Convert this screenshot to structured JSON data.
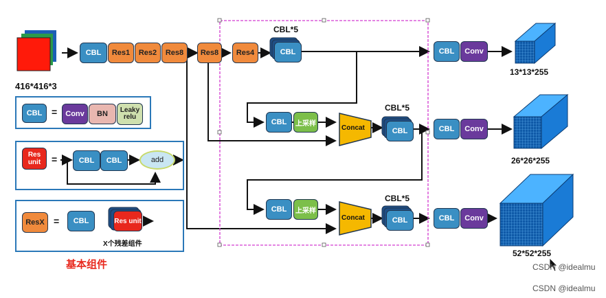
{
  "input_label": "416*416*3",
  "backbone": {
    "cbl": "CBL",
    "res1": "Res1",
    "res2": "Res2",
    "res8a": "Res8",
    "res8b": "Res8",
    "res4": "Res4"
  },
  "branches": {
    "b1_title": "CBL*5",
    "b1_cbl": "CBL",
    "b2_title": "CBL*5",
    "b2_cbl": "CBL",
    "b2_up_cbl": "CBL",
    "b2_up": "上采样",
    "b2_concat": "Concat",
    "b3_title": "CBL*5",
    "b3_cbl": "CBL",
    "b3_up_cbl": "CBL",
    "b3_up": "上采样",
    "b3_concat": "Concat"
  },
  "heads": {
    "h1_cbl": "CBL",
    "h1_conv": "Conv",
    "h1_out": "13*13*255",
    "h2_cbl": "CBL",
    "h2_conv": "Conv",
    "h2_out": "26*26*255",
    "h3_cbl": "CBL",
    "h3_conv": "Conv",
    "h3_out": "52*52*255"
  },
  "legend": {
    "cbl": "CBL",
    "eq1": "=",
    "conv": "Conv",
    "bn": "BN",
    "leaky": "Leaky relu",
    "resunit": "Res unit",
    "eq2": "=",
    "ru_cbl1": "CBL",
    "ru_cbl2": "CBL",
    "add": "add",
    "resx": "ResX",
    "eq3": "=",
    "rx_cbl": "CBL",
    "rx_resunit": "Res unit",
    "rx_caption": "X个残差组件",
    "title": "基本组件"
  },
  "watermarks": {
    "csdn1": "CSDN @idealmu",
    "csdn2": "CSDN @idealmu"
  },
  "colors": {
    "cbl": "#3a8fc3",
    "res": "#f08a3c",
    "conv": "#6a3a9c",
    "concat": "#f5b800",
    "upsample": "#7cbf4a",
    "resunit": "#e8281d",
    "cube": "#1f8fe0",
    "selection": "#d23ad0"
  }
}
